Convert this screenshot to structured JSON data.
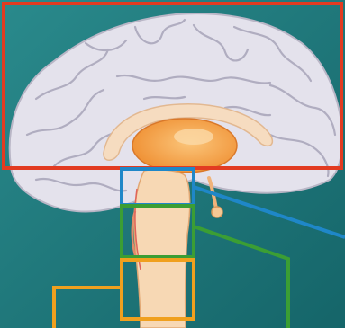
{
  "colors": {
    "background_light": "#2a8a8c",
    "background_dark": "#156569",
    "cortex": "#e4e2ec",
    "cortex_outline": "#b9b6c6",
    "corpus_callosum": "#f6dcc0",
    "thalamus": "#f3a24c",
    "brainstem": "#f7d8b4",
    "cerebrum_box": "#e23b21",
    "diencephalon_box": "#1f87c8",
    "midbrain_box": "#3b9e34",
    "hindbrain_box": "#f0a01e"
  },
  "regions": [
    {
      "id": "cerebrum",
      "label": "",
      "box_color_key": "cerebrum_box"
    },
    {
      "id": "diencephalon",
      "label": "",
      "box_color_key": "diencephalon_box"
    },
    {
      "id": "midbrain",
      "label": "",
      "box_color_key": "midbrain_box"
    },
    {
      "id": "hindbrain",
      "label": "",
      "box_color_key": "hindbrain_box"
    }
  ]
}
